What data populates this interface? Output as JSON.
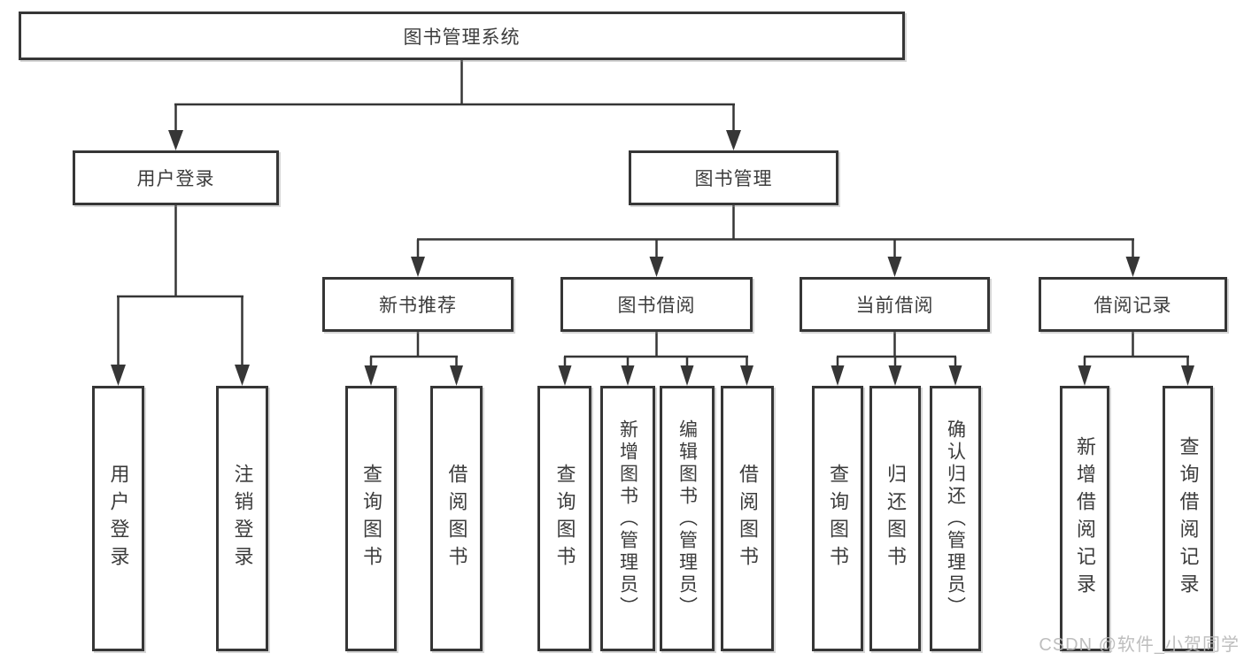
{
  "diagram": {
    "type": "tree",
    "root": {
      "label": "图书管理系统",
      "children": [
        {
          "label": "用户登录",
          "children": [
            {
              "label": "用户登录"
            },
            {
              "label": "注销登录"
            }
          ]
        },
        {
          "label": "图书管理",
          "children": [
            {
              "label": "新书推荐",
              "children": [
                {
                  "label": "查询图书"
                },
                {
                  "label": "借阅图书"
                }
              ]
            },
            {
              "label": "图书借阅",
              "children": [
                {
                  "label": "查询图书"
                },
                {
                  "label": "新增图书（管理员）"
                },
                {
                  "label": "编辑图书（管理员）"
                },
                {
                  "label": "借阅图书"
                }
              ]
            },
            {
              "label": "当前借阅",
              "children": [
                {
                  "label": "查询图书"
                },
                {
                  "label": "归还图书"
                },
                {
                  "label": "确认归还（管理员）"
                }
              ]
            },
            {
              "label": "借阅记录",
              "children": [
                {
                  "label": "新增借阅记录"
                },
                {
                  "label": "查询借阅记录"
                }
              ]
            }
          ]
        }
      ]
    }
  },
  "watermark": {
    "text": "CSDN @软件_小贺同学"
  },
  "colors": {
    "line": "#363636",
    "box_border": "#363636",
    "text": "#3c3c3c",
    "watermark": "#b7b7b7",
    "background": "#ffffff"
  }
}
